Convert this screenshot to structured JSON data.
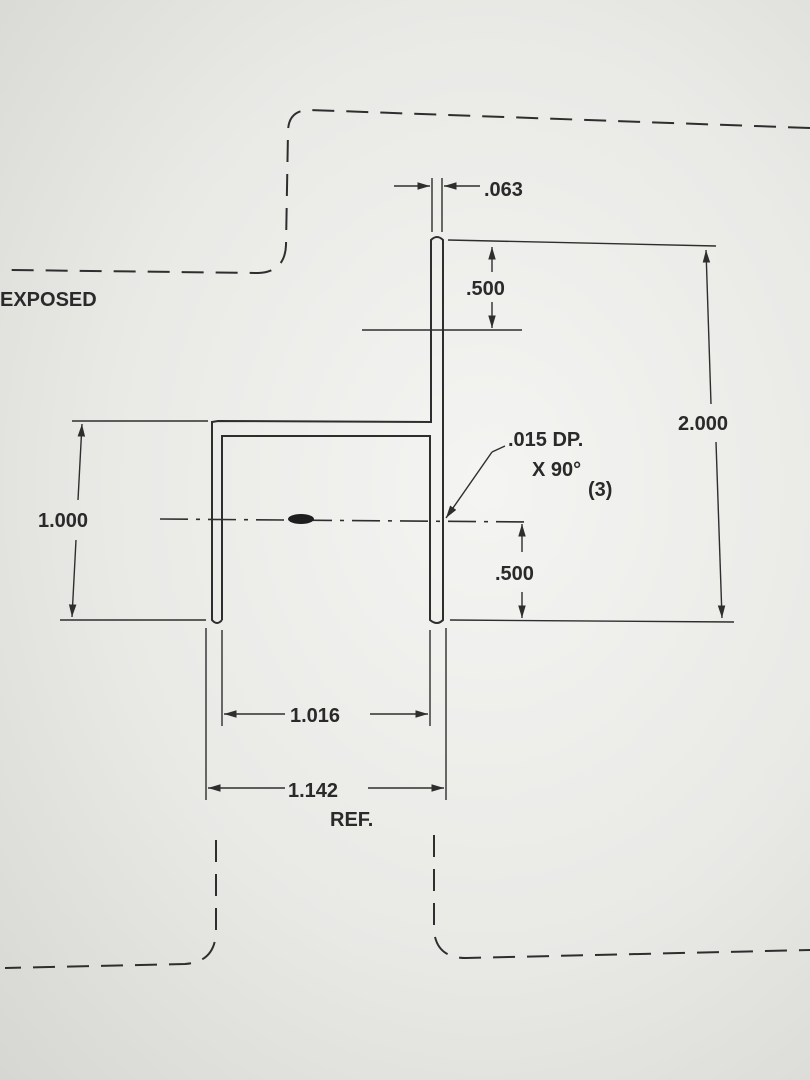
{
  "drawing": {
    "label_exposed": "EXPOSED",
    "dim_thickness": ".063",
    "dim_upper_offset": ".500",
    "dim_total_height": "2.000",
    "dim_left_height": "1.000",
    "dim_lower_offset": ".500",
    "note_line1": ".015 DP.",
    "note_line2": "X 90°",
    "note_qty": "(3)",
    "dim_inner_width": "1.016",
    "dim_outer_width": "1.142",
    "dim_outer_ref": "REF."
  },
  "colors": {
    "ink": "#2e2e2e",
    "paper": "#efefec"
  }
}
